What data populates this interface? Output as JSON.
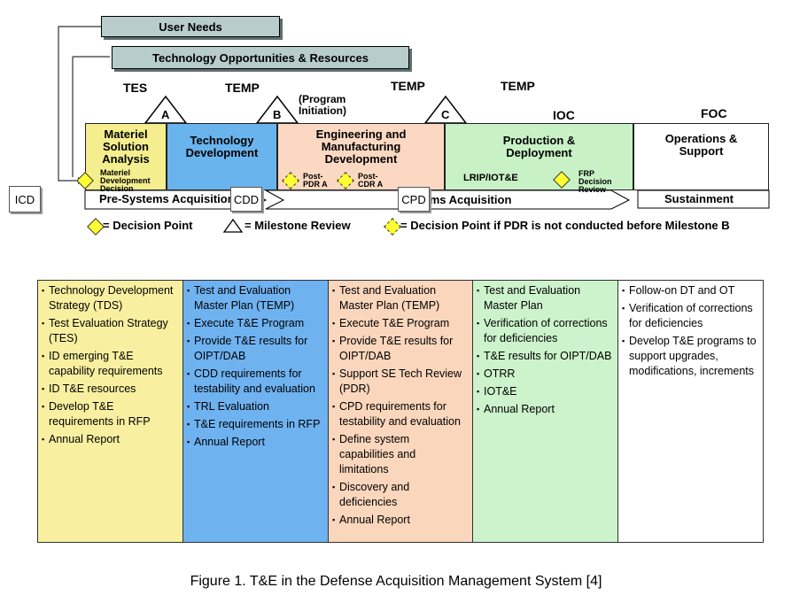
{
  "header_bars": {
    "user_needs": "User Needs",
    "tech_opps": "Technology Opportunities & Resources"
  },
  "docs_top": {
    "tes": "TES",
    "temp1": "TEMP",
    "program_initiation": "(Program\nInitiation)",
    "temp2": "TEMP",
    "temp3": "TEMP",
    "ioc": "IOC",
    "foc": "FOC"
  },
  "milestones": [
    "A",
    "B",
    "C"
  ],
  "phases": [
    {
      "title": "Materiel\nSolution\nAnalysis",
      "color": "#f4ee8e",
      "note": "Materiel\nDevelopment\nDecision"
    },
    {
      "title": "Technology\nDevelopment",
      "color": "#6ab4ee"
    },
    {
      "title": "Engineering and\nManufacturing\nDevelopment",
      "color": "#fad8c2",
      "note1": "Post-\nPDR A",
      "note2": "Post-\nCDR A"
    },
    {
      "title": "Production &\nDeployment",
      "color": "#c8f2c6",
      "note1": "LRIP/IOT&E",
      "note2": "FRP\nDecision\nReview"
    },
    {
      "title": "Operations &\nSupport",
      "color": "#ffffff"
    }
  ],
  "bottom_labels": {
    "pre": "Pre-Systems Acquisition",
    "sys": "Systems Acquisition",
    "sust": "Sustainment"
  },
  "doc_tags": {
    "icd": "ICD",
    "cdd": "CDD",
    "cpd": "CPD"
  },
  "legend": {
    "decision_point": "= Decision Point",
    "milestone_review": "= Milestone Review",
    "decision_point_pdr": "= Decision Point if PDR is not conducted before Milestone B"
  },
  "columns": [
    {
      "color": "#f8f0a0",
      "items": [
        "Technology Development Strategy (TDS)",
        "Test Evaluation Strategy (TES)",
        "ID emerging T&E capability requirements",
        "ID T&E resources",
        "Develop T&E requirements in RFP",
        "Annual Report"
      ]
    },
    {
      "color": "#6fb2f0",
      "items": [
        "Test and Evaluation Master Plan (TEMP)",
        "Execute T&E Program",
        "Provide T&E results for OIPT/DAB",
        "CDD requirements for testability and evaluation",
        "TRL Evaluation",
        "T&E requirements in RFP",
        "Annual Report"
      ]
    },
    {
      "color": "#fad6bc",
      "items": [
        "Test and Evaluation Master Plan (TEMP)",
        "Execute T&E Program",
        "Provide T&E results for OIPT/DAB",
        "Support SE Tech Review (PDR)",
        "CPD requirements for testability and evaluation",
        "Define system capabilities and limitations",
        "Discovery and deficiencies",
        "Annual Report"
      ]
    },
    {
      "color": "#ccf3cb",
      "items": [
        "Test and Evaluation Master Plan",
        "Verification of corrections for deficiencies",
        "T&E results for OIPT/DAB",
        "OTRR",
        "IOT&E",
        "Annual Report"
      ]
    },
    {
      "color": "#ffffff",
      "items": [
        "Follow-on DT and OT",
        "Verification of corrections for deficiencies",
        "Develop T&E programs to support upgrades, modifications, increments"
      ]
    }
  ],
  "caption": "Figure 1. T&E in the Defense Acquisition Management System [4]"
}
